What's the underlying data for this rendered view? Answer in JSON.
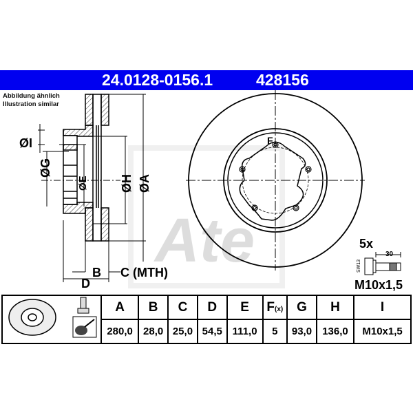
{
  "header": {
    "part_number": "24.0128-0156.1",
    "article_number": "428156",
    "banner_color": "#0000f0"
  },
  "note": {
    "line1": "Abbildung ähnlich",
    "line2": "Illustration similar"
  },
  "cross_section": {
    "labels": {
      "I": "ØI",
      "G": "ØG",
      "E": "ØE",
      "H": "ØH",
      "A": "ØA",
      "B": "B",
      "C": "C (MTH)",
      "D": "D"
    }
  },
  "front_view": {
    "hole_label": "F",
    "hole_count": 5,
    "watermark": "Ate"
  },
  "bolt": {
    "quantity": "5x",
    "length": "30",
    "wrench_size": "SW13",
    "thread": "M10x1,5"
  },
  "spec_table": {
    "headers": [
      "A",
      "B",
      "C",
      "D",
      "E",
      "F",
      "G",
      "H",
      "I"
    ],
    "f_suffix": "(x)",
    "values": [
      "280,0",
      "28,0",
      "25,0",
      "54,5",
      "111,0",
      "5",
      "93,0",
      "136,0",
      "M10x1,5"
    ]
  }
}
